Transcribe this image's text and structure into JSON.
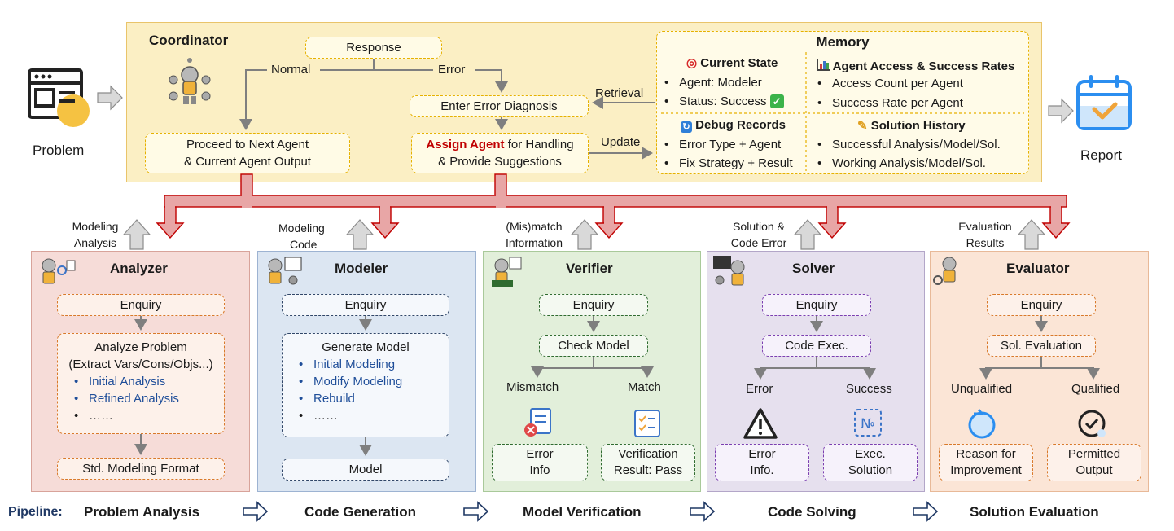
{
  "problem_label": "Problem",
  "report_label": "Report",
  "coordinator": {
    "title": "Coordinator",
    "response": "Response",
    "normal": "Normal",
    "error": "Error",
    "enter_error": "Enter Error Diagnosis",
    "proceed_line1": "Proceed to Next Agent",
    "proceed_line2": "& Current Agent Output",
    "assign_emph": "Assign Agent",
    "assign_rest": " for Handling",
    "assign_line2": "& Provide Suggestions",
    "retrieval": "Retrieval",
    "update": "Update"
  },
  "memory": {
    "title": "Memory",
    "current_state": {
      "title": "Current State",
      "items": [
        "Agent: Modeler",
        "Status: Success"
      ]
    },
    "rates": {
      "title": "Agent Access & Success Rates",
      "items": [
        "Access Count per Agent",
        "Success Rate per Agent"
      ]
    },
    "debug": {
      "title": "Debug Records",
      "items": [
        "Error Type + Agent",
        "Fix Strategy + Result"
      ]
    },
    "history": {
      "title": "Solution History",
      "items": [
        "Successful Analysis/Model/Sol.",
        "Working Analysis/Model/Sol."
      ]
    }
  },
  "feedback": {
    "analyzer": [
      "Modeling",
      "Analysis"
    ],
    "modeler": [
      "Modeling",
      "Code"
    ],
    "verifier": [
      "(Mis)match",
      "Information"
    ],
    "solver": [
      "Solution &",
      "Code Error"
    ],
    "evaluator": [
      "Evaluation",
      "Results"
    ]
  },
  "analyzer": {
    "title": "Analyzer",
    "enquiry": "Enquiry",
    "box_line1": "Analyze Problem",
    "box_line2": "(Extract Vars/Cons/Objs...)",
    "items": [
      "Initial Analysis",
      "Refined Analysis",
      "……"
    ],
    "output": "Std. Modeling Format"
  },
  "modeler": {
    "title": "Modeler",
    "enquiry": "Enquiry",
    "box_line1": "Generate Model",
    "items": [
      "Initial Modeling",
      "Modify Modeling",
      "Rebuild",
      "……"
    ],
    "output": "Model"
  },
  "verifier": {
    "title": "Verifier",
    "enquiry": "Enquiry",
    "check": "Check Model",
    "mismatch": "Mismatch",
    "match": "Match",
    "out_left": [
      "Error",
      "Info"
    ],
    "out_right": [
      "Verification",
      "Result: Pass"
    ]
  },
  "solver": {
    "title": "Solver",
    "enquiry": "Enquiry",
    "exec": "Code Exec.",
    "error": "Error",
    "success": "Success",
    "out_left": [
      "Error",
      "Info."
    ],
    "out_right": [
      "Exec.",
      "Solution"
    ]
  },
  "evaluator": {
    "title": "Evaluator",
    "enquiry": "Enquiry",
    "eval": "Sol. Evaluation",
    "unqualified": "Unqualified",
    "qualified": "Qualified",
    "out_left": [
      "Reason for",
      "Improvement"
    ],
    "out_right": [
      "Permitted",
      "Output"
    ]
  },
  "pipeline": {
    "label": "Pipeline:",
    "stages": [
      "Problem Analysis",
      "Code Generation",
      "Model Verification",
      "Code Solving",
      "Solution Evaluation"
    ]
  },
  "colors": {
    "coordinator_bg": "#fbefc4",
    "coordinator_border": "#e9c46a",
    "analyzer_bg": "#f6dcd8",
    "modeler_bg": "#dce6f2",
    "verifier_bg": "#e2efda",
    "solver_bg": "#e6e0ee",
    "evaluator_bg": "#fbe5d6",
    "red_arrow": "#e8a6a6",
    "red_arrow_border": "#c00000",
    "pipeline_blue": "#1f3864"
  }
}
